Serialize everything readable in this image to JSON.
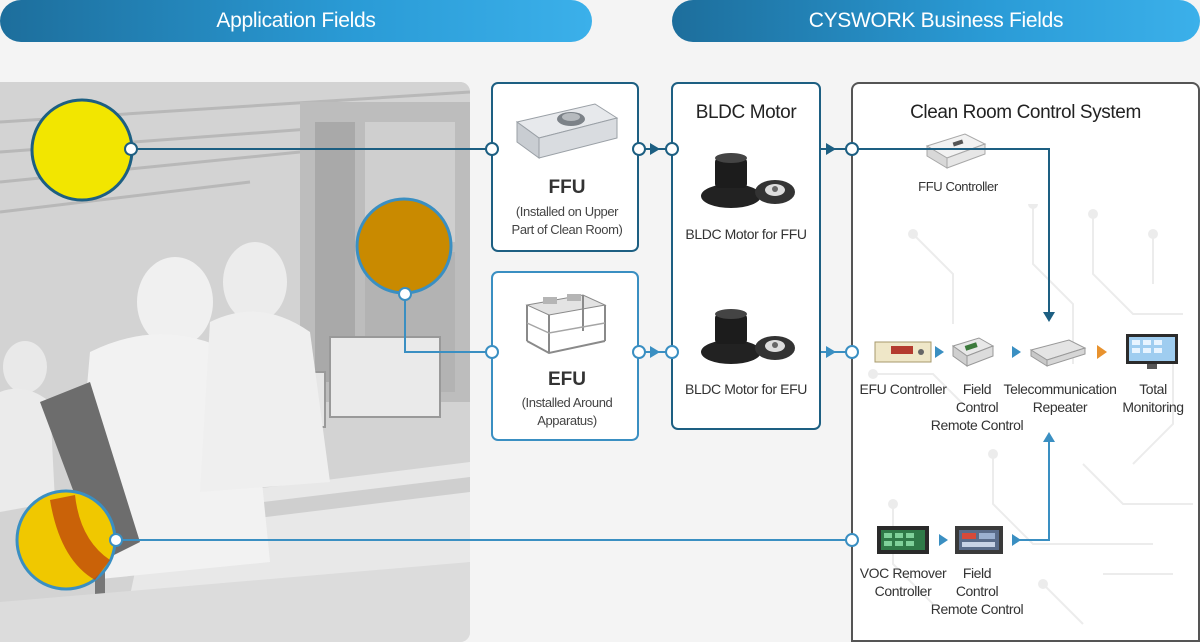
{
  "header": {
    "left": "Application Fields",
    "right": "CYSWORK Business Fields"
  },
  "ffu": {
    "name": "FFU",
    "desc_1": "(Installed on Upper",
    "desc_2": "Part of Clean Room)"
  },
  "efu": {
    "name": "EFU",
    "desc_1": "(Installed Around",
    "desc_2": "Apparatus)"
  },
  "bldc": {
    "title": "BLDC Motor",
    "motor_ffu": "BLDC Motor for FFU",
    "motor_efu": "BLDC Motor for EFU"
  },
  "crcs": {
    "title": "Clean Room Control System",
    "ffu_controller": "FFU Controller",
    "efu_controller": "EFU Controller",
    "field_control_1": {
      "l1": "Field",
      "l2": "Control",
      "l3": "Remote Control"
    },
    "telecom": {
      "l1": "Telecommunication",
      "l2": "Repeater"
    },
    "total": {
      "l1": "Total",
      "l2": "Monitoring"
    },
    "voc": {
      "l1": "VOC Remover",
      "l2": "Controller"
    },
    "field_control_2": {
      "l1": "Field",
      "l2": "Control",
      "l3": "Remote Control"
    }
  },
  "colors": {
    "dark_blue": "#1d5f82",
    "light_blue": "#3a8fc2",
    "orange": "#e8922e",
    "highlight_yellow": "#f2e600",
    "highlight_amber": "#c98a00"
  }
}
